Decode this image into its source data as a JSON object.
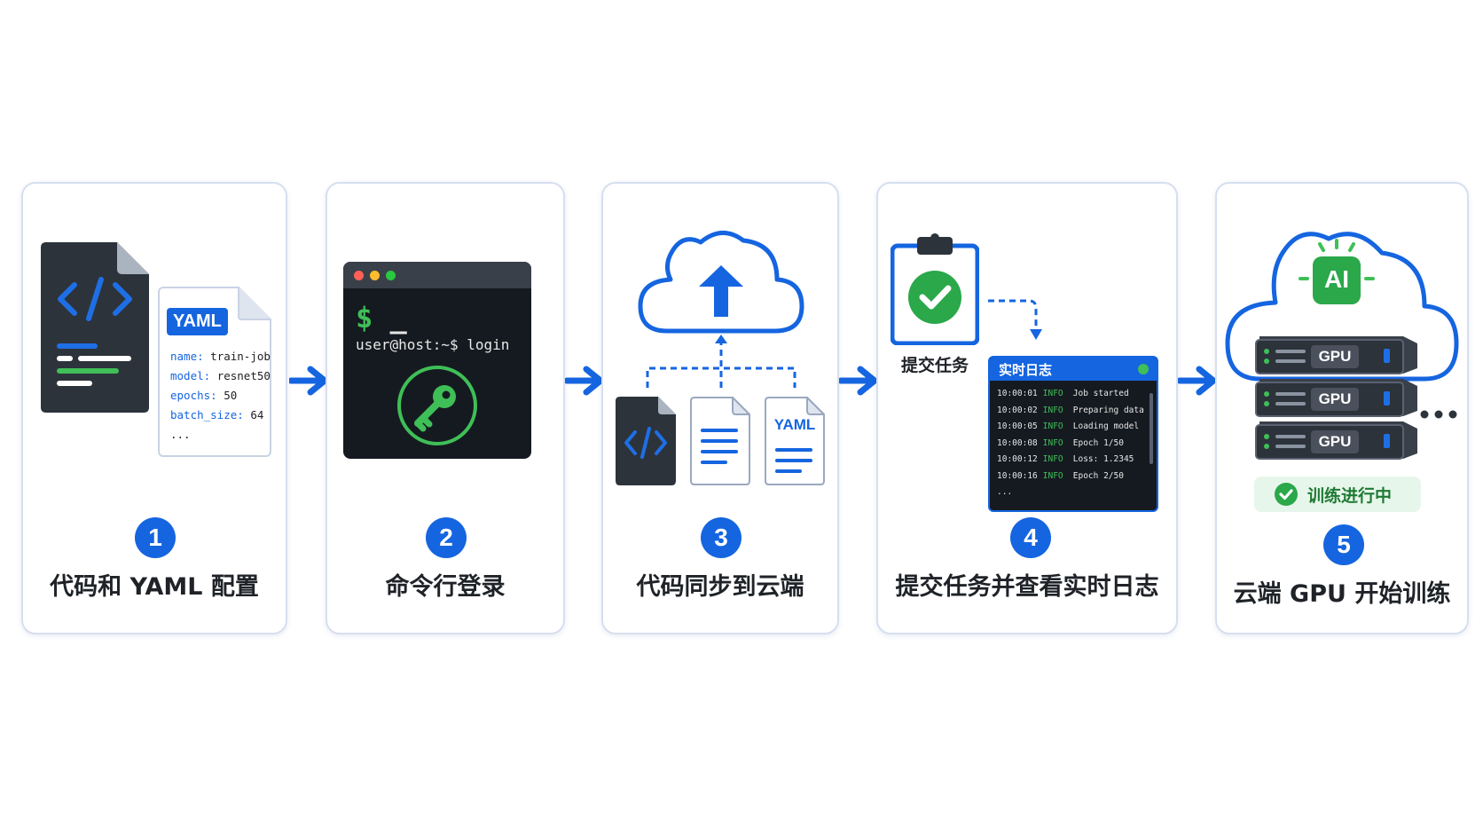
{
  "colors": {
    "accent": "#1565e0",
    "green": "#3fbf57",
    "dark": "#2d333b",
    "card_border": "#d6dff0"
  },
  "steps": [
    {
      "number": "1",
      "title": "代码和 YAML 配置",
      "yaml_badge": "YAML",
      "yaml_lines": [
        {
          "key": "name:",
          "value": "train-job"
        },
        {
          "key": "model:",
          "value": "resnet50"
        },
        {
          "key": "epochs:",
          "value": "50"
        },
        {
          "key": "batch_size:",
          "value": "64"
        },
        {
          "key": "...",
          "value": ""
        }
      ]
    },
    {
      "number": "2",
      "title": "命令行登录",
      "prompt": "$",
      "cursor": "_",
      "command": "user@host:~$ login"
    },
    {
      "number": "3",
      "title": "代码同步到云端",
      "yaml_badge": "YAML"
    },
    {
      "number": "4",
      "title": "提交任务并查看实时日志",
      "clipboard_label": "提交任务",
      "log_title": "实时日志",
      "log_lines": [
        {
          "time": "10:00:01",
          "level": "INFO",
          "msg": "Job started"
        },
        {
          "time": "10:00:02",
          "level": "INFO",
          "msg": "Preparing data"
        },
        {
          "time": "10:00:05",
          "level": "INFO",
          "msg": "Loading model"
        },
        {
          "time": "10:00:08",
          "level": "INFO",
          "msg": "Epoch 1/50"
        },
        {
          "time": "10:00:12",
          "level": "INFO",
          "msg": "Loss: 1.2345"
        },
        {
          "time": "10:00:16",
          "level": "INFO",
          "msg": "Epoch 2/50"
        }
      ],
      "log_more": "..."
    },
    {
      "number": "5",
      "title": "云端 GPU 开始训练",
      "ai_label": "AI",
      "gpu_labels": [
        "GPU",
        "GPU",
        "GPU"
      ],
      "status": "训练进行中"
    }
  ]
}
